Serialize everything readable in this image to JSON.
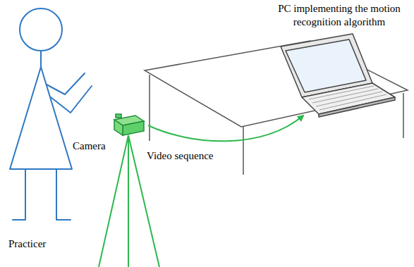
{
  "diagram": {
    "nodes": [
      {
        "text": [
          "Camera"
        ]
      },
      {
        "text": [
          "PC implementing the motion recognition algorithm"
        ]
      }
    ],
    "edges": [
      {
        "from": 0,
        "to": 1,
        "label": "Video sequence",
        "arrow": "to"
      }
    ],
    "labels": [
      "Practicer"
    ]
  }
}
